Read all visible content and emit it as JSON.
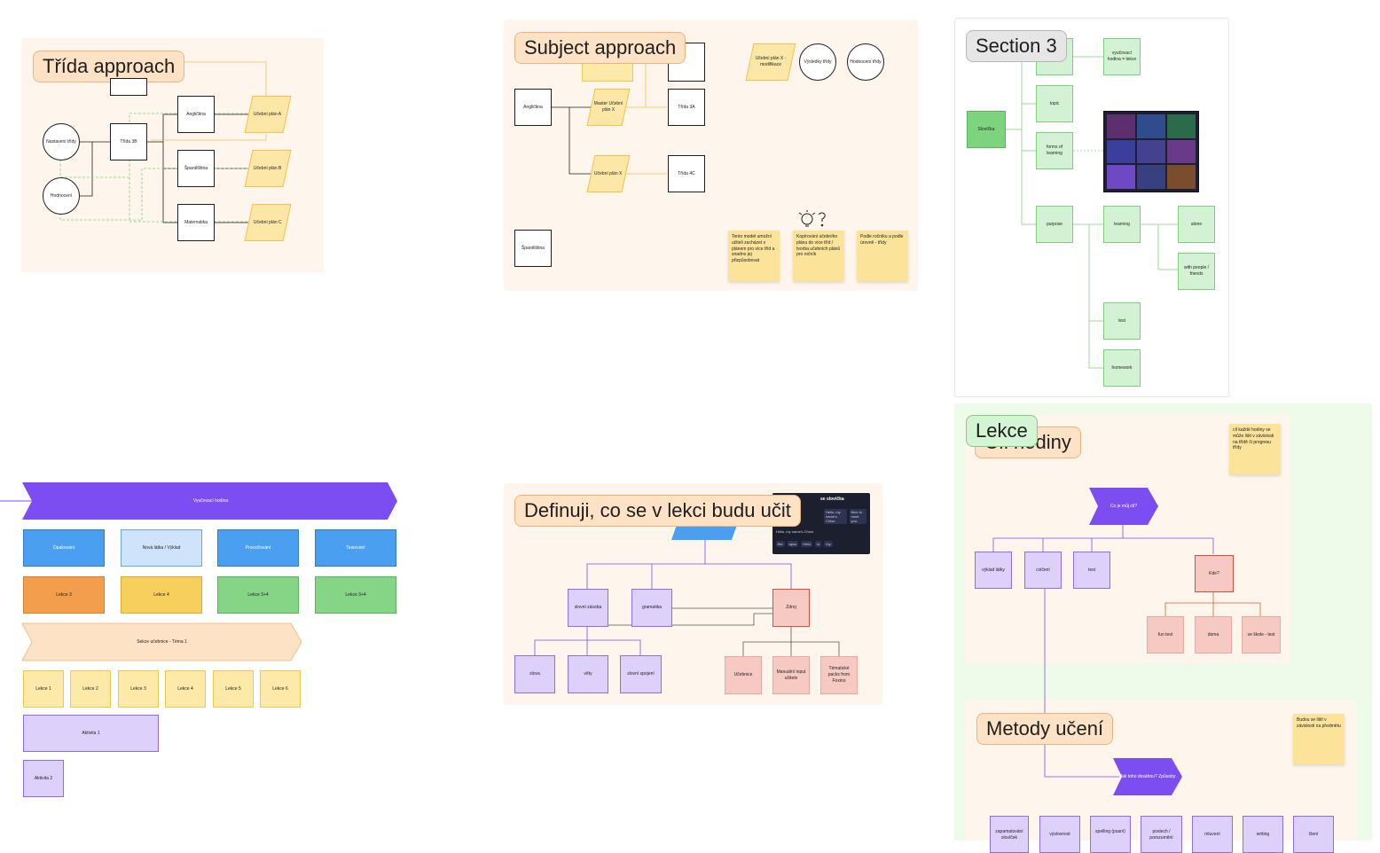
{
  "trida": {
    "title": "Třída approach",
    "class_node": "Třída 3B",
    "circle_attendance": "Nastavení třídy",
    "circle_eval": "Hodnocení",
    "subjects": [
      "Angličtina",
      "Španělština",
      "Matematika"
    ],
    "plans": [
      "Učební plán A",
      "Učební plán B",
      "Učební plán C"
    ]
  },
  "subject": {
    "title": "Subject approach",
    "subject1": "Angličtina",
    "subject2": "Španělština",
    "master_plan": "Master Učební plán X",
    "plan_x": "Učební plán X",
    "class_a": "Třída 3A",
    "class_b": "Třída 4C",
    "top_para": "Učební plán X - modifikace",
    "circle1": "Výsledky třídy",
    "circle2": "Hodnocení třídy",
    "stickies": [
      "Tento model umožní učiteli zacházet s plánem pro více tříd a snadno jej přizpůsobovat",
      "Kopírování učebního plánu do více tříd / tvorba učebních plánů pro ročník",
      "Podle ročníku a podle úrovně - třídy"
    ],
    "bulb_icon": "lightbulb-question-icon"
  },
  "section3": {
    "title": "Section 3",
    "slovicka": "Slovíčka",
    "vyucovaci": "vyučovací hodina = lekce",
    "topic": "topic",
    "forms": "forms of learning",
    "purpose": "purpose",
    "learning": "learning",
    "alone": "alone",
    "with_people": "with people / friends",
    "test": "test",
    "homework": "homework"
  },
  "lekce": {
    "title": "Lekce",
    "hodiny_title": "Cíl hodiny",
    "sticky_top": "cíl každé hodiny se může lišit v závislosti na třídě či progresu třídy",
    "goal_question": "Co je můj cíl?",
    "options": [
      "výklad látky",
      "cvičení",
      "test"
    ],
    "where": "Kde?",
    "where_options": [
      "fun test",
      "doma",
      "ve škole - test"
    ]
  },
  "metody": {
    "title": "Metody učení",
    "sticky": "Budou se lišit v závislosti na předmětu",
    "question": "Jak toho dosáhnu? Způsoby",
    "methods": [
      "zapamatování slovíček",
      "výslovnost",
      "spelling (psaní)",
      "poslech / porozumění",
      "mluvení",
      "writing",
      "čtení"
    ]
  },
  "lesson_board": {
    "banner": "Vyučovací hodina",
    "types": [
      "Opakování",
      "Nová látka / Výklad",
      "Procvičování",
      "Testování"
    ],
    "lessons_row": [
      "Lekce 3",
      "Lekce 4",
      "Lekce 3+4",
      "Lekce 3+4"
    ],
    "sekce": "Sekce učebnice - Téma 1",
    "lessons": [
      "Lekce 1",
      "Lekce 2",
      "Lekce 3",
      "Lekce 4",
      "Lekce 5",
      "Lekce 6"
    ],
    "activity1": "Aktivita 1",
    "activity2": "Aktivita 2"
  },
  "definuji": {
    "title": "Definuji, co se v lekci budu učit",
    "nodes": {
      "slovni_zasoba": "slovní zásoba",
      "gramatika": "gramatika",
      "zdroj": "Zdroj",
      "slova": "slova",
      "vety": "věty",
      "slovni_spojeni": "slovní spojení",
      "ucebnice": "Učebnice",
      "manual": "Manuální input učitele",
      "thematic": "Tématické packs from Foxino"
    },
    "panel": {
      "heading": "se slovíčka",
      "chips": [
        "Hello, my name's Chloe.",
        "Nice to meet you."
      ],
      "line": "Hello, my name's Chloe.",
      "tags": [
        "the",
        "apos",
        "Hello",
        "is",
        "my"
      ]
    }
  }
}
